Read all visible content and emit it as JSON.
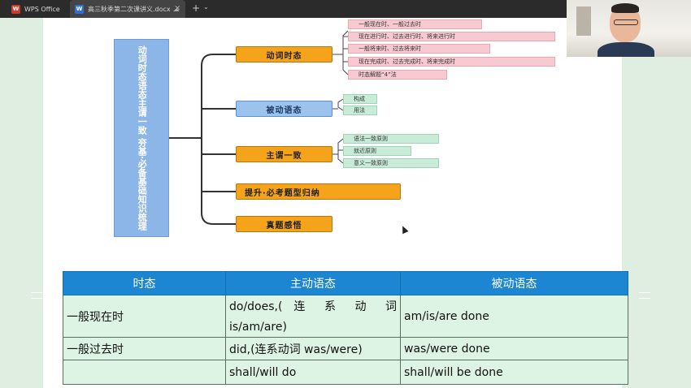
{
  "tabs": {
    "app_label": "WPS Office",
    "doc_label": "高三秋季第二次课讲义.docx",
    "doc_cloud_glyph": "☁",
    "close_glyph": "✕",
    "new_tab_glyph": "+",
    "menu_glyph": "⌄"
  },
  "mindmap": {
    "central": "动词时态语态主谓一致 夯基·必备基础知识梳理",
    "branches": [
      {
        "label": "动词时态",
        "leaves": [
          "一般现在时、一般过去时",
          "现在进行时、过去进行时、将来进行时",
          "一般将来时、过去将来时",
          "现在完成时、过去完成时、将来完成时",
          "时态解题“4”法"
        ]
      },
      {
        "label": "被动语态",
        "leaves": [
          "构成",
          "用法"
        ]
      },
      {
        "label": "主谓一致",
        "leaves": [
          "语法一致原则",
          "就近原则",
          "意义一致原则"
        ]
      },
      {
        "label": "提升·必考题型归纳",
        "leaves": []
      },
      {
        "label": "真题感悟",
        "leaves": []
      }
    ]
  },
  "table": {
    "headers": [
      "时态",
      "主动语态",
      "被动语态"
    ],
    "rows": [
      {
        "tense": "一般现在时",
        "active_line1": "do/does,( 连 系 动 词",
        "active_line2": "is/am/are)",
        "passive": "am/is/are done"
      },
      {
        "tense": "一般过去时",
        "active_line1": "did,(连系动词 was/were)",
        "passive": "was/were done"
      },
      {
        "tense": "",
        "active_line1": "shall/will do",
        "passive": "shall/will be done"
      }
    ]
  },
  "colors": {
    "branch_orange": "#f5a31a",
    "branch_blue": "#9cc2ee",
    "leaf_pink": "#f7c9d0",
    "leaf_mint": "#c9ecd8",
    "table_header": "#1c86d2",
    "table_cell": "#ddf3e3"
  }
}
